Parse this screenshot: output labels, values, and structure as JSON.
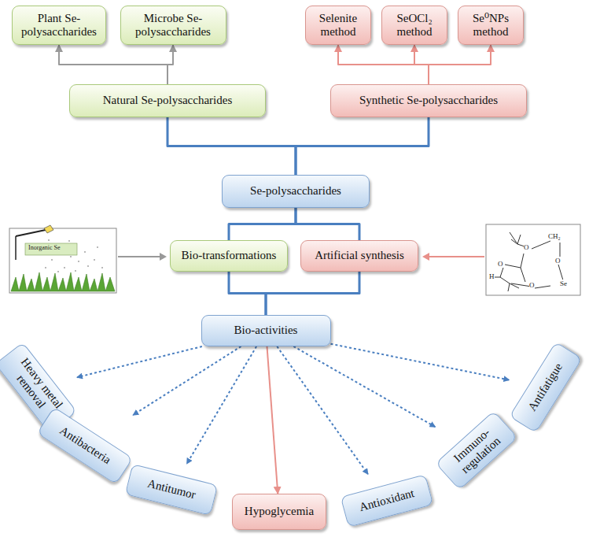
{
  "diagram": {
    "nodes": [
      {
        "text": [
          "Plant Se-polysaccharides"
        ]
      },
      {
        "text": [
          "Microbe Se-polysaccharides"
        ]
      },
      {
        "text": [
          "Selenite method"
        ]
      },
      {
        "text": [
          "SeOCl₂ method"
        ]
      },
      {
        "text": [
          "Se⁰NPs method"
        ]
      },
      {
        "text": [
          "Natural Se-polysaccharides"
        ]
      },
      {
        "text": [
          "Synthetic Se-polysaccharides"
        ]
      },
      {
        "text": [
          "Se-polysaccharides"
        ]
      },
      {
        "text": [
          "Bio-transformations"
        ]
      },
      {
        "text": [
          "Artificial synthesis"
        ]
      },
      {
        "text": [
          "Bio-activities"
        ]
      },
      {
        "text": [
          "Heavy metal removal"
        ]
      },
      {
        "text": [
          "Antibacteria"
        ]
      },
      {
        "text": [
          "Antitumor"
        ]
      },
      {
        "text": [
          "Hypoglycemia"
        ]
      },
      {
        "text": [
          "Antioxidant"
        ]
      },
      {
        "text": [
          "Immuno-regulation"
        ]
      },
      {
        "text": [
          "Antifatigue"
        ]
      }
    ],
    "edges": [
      {
        "from": 5,
        "to": 0,
        "arrow": "to"
      },
      {
        "from": 5,
        "to": 1,
        "arrow": "to"
      },
      {
        "from": 6,
        "to": 2,
        "arrow": "to"
      },
      {
        "from": 6,
        "to": 3,
        "arrow": "to"
      },
      {
        "from": 6,
        "to": 4,
        "arrow": "to"
      },
      {
        "from": 5,
        "to": 7,
        "arrow": "none"
      },
      {
        "from": 6,
        "to": 7,
        "arrow": "none"
      },
      {
        "from": 7,
        "to": 8,
        "arrow": "none"
      },
      {
        "from": 7,
        "to": 9,
        "arrow": "none"
      },
      {
        "from": 8,
        "to": 10,
        "arrow": "none"
      },
      {
        "from": 9,
        "to": 10,
        "arrow": "none"
      },
      {
        "from": 10,
        "to": 11,
        "arrow": "to"
      },
      {
        "from": 10,
        "to": 12,
        "arrow": "to"
      },
      {
        "from": 10,
        "to": 13,
        "arrow": "to"
      },
      {
        "from": 10,
        "to": 14,
        "arrow": "to"
      },
      {
        "from": 10,
        "to": 15,
        "arrow": "to"
      },
      {
        "from": 10,
        "to": 16,
        "arrow": "to"
      },
      {
        "from": 10,
        "to": 17,
        "arrow": "to"
      }
    ],
    "labels": [
      "Inorganic Se",
      "O",
      "CH₂",
      "O",
      "O",
      "O",
      "Se",
      "H"
    ]
  }
}
